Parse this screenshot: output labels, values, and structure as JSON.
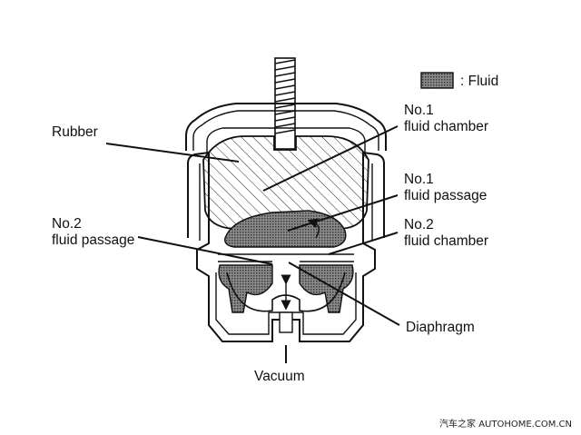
{
  "legend": {
    "text": ": Fluid"
  },
  "labels": {
    "rubber": "Rubber",
    "chamber1_l1": "No.1",
    "chamber1_l2": "fluid chamber",
    "passage1_l1": "No.1",
    "passage1_l2": "fluid passage",
    "chamber2_l1": "No.2",
    "chamber2_l2": "fluid chamber",
    "passage2_l1": "No.2",
    "passage2_l2": "fluid passage",
    "diaphragm": "Diaphragm",
    "vacuum": "Vacuum"
  },
  "watermark": "汽车之家 AUTOHOME.COM.CN"
}
